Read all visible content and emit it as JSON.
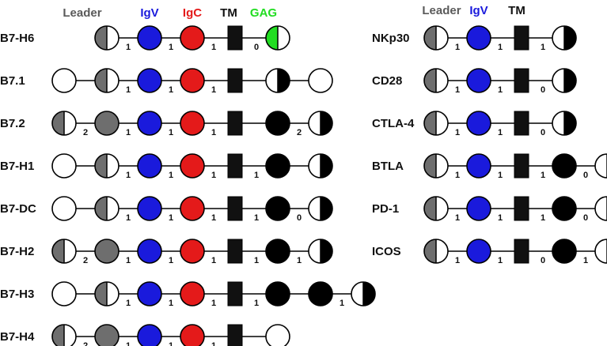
{
  "colors": {
    "leader": "#5a5a5a",
    "igv": "#1a1adc",
    "igc": "#e41a1a",
    "tm": "#111111",
    "gag": "#22dd22",
    "gray_domain": "#6e6e6e",
    "black_domain": "#000000",
    "white_domain": "#ffffff"
  },
  "headers": {
    "left": {
      "leader": "Leader",
      "igv": "IgV",
      "igc": "IgC",
      "tm": "TM",
      "gag": "GAG"
    },
    "right": {
      "leader": "Leader",
      "igv": "IgV",
      "tm": "TM"
    }
  },
  "legend_shapes": {
    "white": "open-circle",
    "half_gray": "split-circle-gray-left",
    "gray": "gray-circle",
    "blue": "IgV-circle",
    "red": "IgC-circle",
    "tm": "black-square",
    "black": "black-circle",
    "half_black": "split-circle-black-right",
    "half_green": "split-circle-green-left"
  },
  "left_rows": [
    {
      "label": "B7-H6",
      "domains": [
        "half_gray",
        "blue",
        "red",
        "tm",
        "half_green"
      ],
      "phases": [
        "1",
        "1",
        "1",
        "0"
      ]
    },
    {
      "label": "B7.1",
      "domains": [
        "white",
        "half_gray",
        "blue",
        "red",
        "tm",
        "half_black",
        "white"
      ],
      "phases": [
        "",
        "1",
        "1",
        "1",
        "",
        ""
      ]
    },
    {
      "label": "B7.2",
      "domains": [
        "half_gray",
        "gray",
        "blue",
        "red",
        "tm",
        "black",
        "half_black"
      ],
      "phases": [
        "2",
        "1",
        "1",
        "1",
        "",
        "2"
      ]
    },
    {
      "label": "B7-H1",
      "domains": [
        "white",
        "half_gray",
        "blue",
        "red",
        "tm",
        "black",
        "half_black"
      ],
      "phases": [
        "",
        "1",
        "1",
        "1",
        "1",
        ""
      ]
    },
    {
      "label": "B7-DC",
      "domains": [
        "white",
        "half_gray",
        "blue",
        "red",
        "tm",
        "black",
        "half_black"
      ],
      "phases": [
        "",
        "1",
        "1",
        "1",
        "1",
        "0"
      ]
    },
    {
      "label": "B7-H2",
      "domains": [
        "half_gray",
        "gray",
        "blue",
        "red",
        "tm",
        "black",
        "half_black"
      ],
      "phases": [
        "2",
        "1",
        "1",
        "1",
        "1",
        "1"
      ]
    },
    {
      "label": "B7-H3",
      "domains": [
        "white",
        "half_gray",
        "blue",
        "red",
        "tm",
        "black",
        "black",
        "half_black"
      ],
      "phases": [
        "",
        "1",
        "1",
        "1",
        "1",
        "",
        "1"
      ]
    },
    {
      "label": "B7-H4",
      "domains": [
        "half_gray",
        "gray",
        "blue",
        "red",
        "tm",
        "white"
      ],
      "phases": [
        "2",
        "1",
        "1",
        "1",
        ""
      ]
    }
  ],
  "right_rows": [
    {
      "label": "NKp30",
      "domains": [
        "half_gray",
        "blue",
        "tm",
        "half_black"
      ],
      "phases": [
        "1",
        "1",
        "1"
      ]
    },
    {
      "label": "CD28",
      "domains": [
        "half_gray",
        "blue",
        "tm",
        "half_black"
      ],
      "phases": [
        "1",
        "1",
        "0"
      ]
    },
    {
      "label": "CTLA-4",
      "domains": [
        "half_gray",
        "blue",
        "tm",
        "half_black"
      ],
      "phases": [
        "1",
        "1",
        "0"
      ]
    },
    {
      "label": "BTLA",
      "domains": [
        "half_gray",
        "blue",
        "tm",
        "black",
        "half_black"
      ],
      "phases": [
        "1",
        "1",
        "1",
        "0"
      ]
    },
    {
      "label": "PD-1",
      "domains": [
        "half_gray",
        "blue",
        "tm",
        "black",
        "half_black"
      ],
      "phases": [
        "1",
        "1",
        "1",
        "0"
      ]
    },
    {
      "label": "ICOS",
      "domains": [
        "half_gray",
        "blue",
        "tm",
        "black",
        "half_black"
      ],
      "phases": [
        "1",
        "1",
        "0",
        "1"
      ]
    }
  ]
}
